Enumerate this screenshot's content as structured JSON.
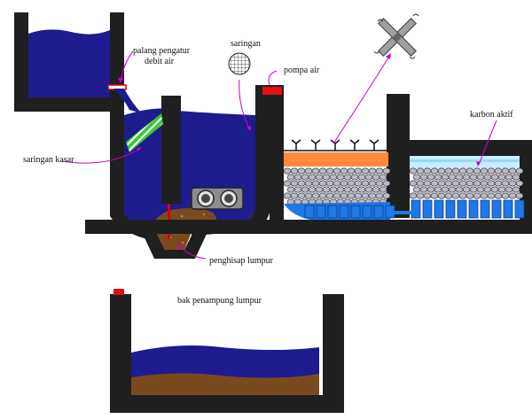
{
  "labels": {
    "palang_line1": "palang pengatur",
    "palang_line2": "debit air",
    "saringan": "saringan",
    "pompa_air": "pompa air",
    "karbon_aktif": "karbon aktif",
    "saringan_kasar": "saringan kasar",
    "penghisap_lumpur": "penghisap lumpur",
    "bak_penampung_lumpur": "bak penampung lumpur"
  },
  "colors": {
    "wall": "#1f1f1f",
    "water": "#1e1b8f",
    "coarse_screen": "#3ec93e",
    "valve": "#d60000",
    "sludge": "#7a4a1f",
    "orange_layer": "#ff8a3c",
    "activated_carbon": "#c8ecff",
    "pebbles": "#b9b9c8",
    "underdrain": "#1e78e6",
    "annotation_arrow": "#cc00cc",
    "fan_blade": "#a0a0a0"
  }
}
